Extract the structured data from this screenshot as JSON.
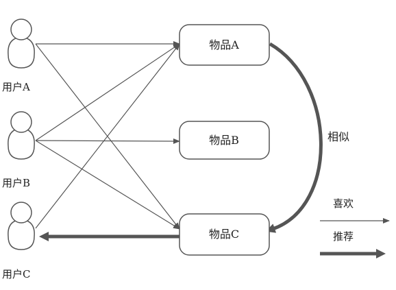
{
  "users": [
    {
      "id": "A",
      "label": "用户A"
    },
    {
      "id": "B",
      "label": "用户B"
    },
    {
      "id": "C",
      "label": "用户C"
    }
  ],
  "items": [
    {
      "id": "A",
      "label": "物品A"
    },
    {
      "id": "B",
      "label": "物品B"
    },
    {
      "id": "C",
      "label": "物品C"
    }
  ],
  "likes": [
    {
      "user": "A",
      "item": "A"
    },
    {
      "user": "A",
      "item": "C"
    },
    {
      "user": "B",
      "item": "A"
    },
    {
      "user": "B",
      "item": "B"
    },
    {
      "user": "B",
      "item": "C"
    },
    {
      "user": "C",
      "item": "A"
    }
  ],
  "similarity": {
    "from": "A",
    "to": "C",
    "label": "相似"
  },
  "recommendation": {
    "item": "C",
    "user": "C"
  },
  "legend": {
    "like_label": "喜欢",
    "recommend_label": "推荐"
  },
  "colors": {
    "stroke": "#555555",
    "text": "#222222",
    "thick": "#555555"
  }
}
